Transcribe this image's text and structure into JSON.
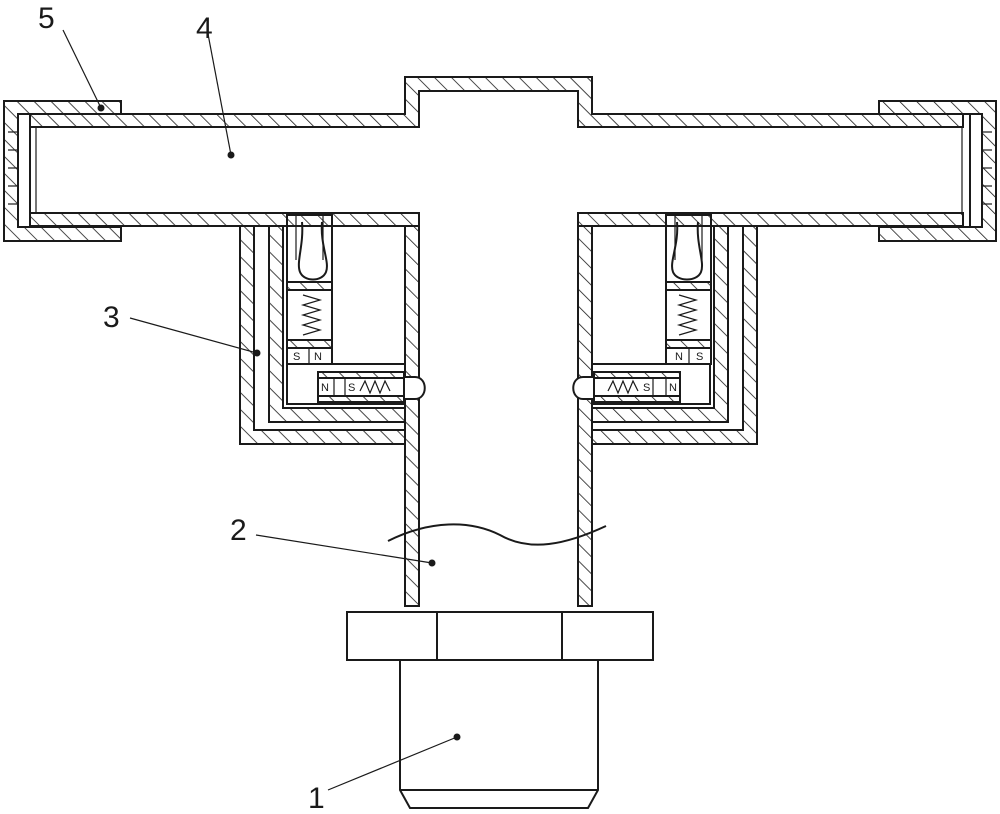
{
  "figure": {
    "part_labels": [
      {
        "id": "label-1",
        "text": "1"
      },
      {
        "id": "label-2",
        "text": "2"
      },
      {
        "id": "label-3",
        "text": "3"
      },
      {
        "id": "label-4",
        "text": "4"
      },
      {
        "id": "label-5",
        "text": "5"
      }
    ],
    "magnet_poles": {
      "left_vertical": [
        "S",
        "N"
      ],
      "left_horizontal": [
        "N",
        "S"
      ],
      "right_vertical": [
        "N",
        "S"
      ],
      "right_horizontal": [
        "S",
        "N"
      ]
    }
  }
}
